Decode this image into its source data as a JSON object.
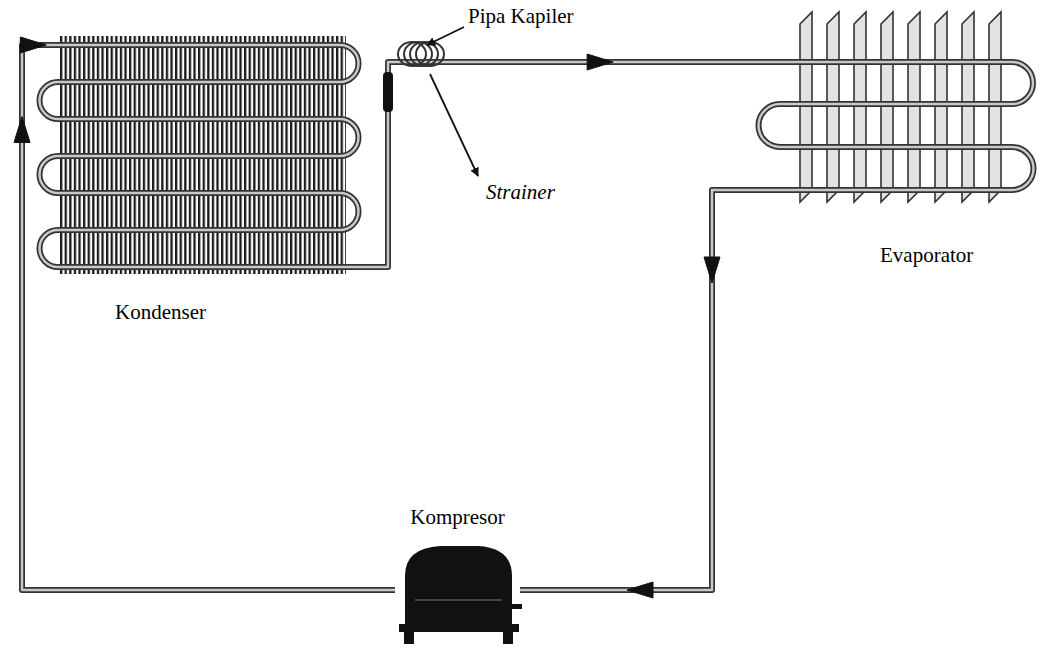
{
  "diagram": {
    "nodes": [
      {
        "text": [
          "Kondenser"
        ]
      },
      {
        "text": [
          "Evaporator"
        ]
      },
      {
        "text": [
          "Kompresor"
        ]
      }
    ],
    "edges": [
      {
        "from": 0,
        "to": 1,
        "arrow": "to"
      },
      {
        "from": 1,
        "to": 2,
        "arrow": "to"
      },
      {
        "from": 2,
        "to": 0,
        "arrow": "to"
      }
    ],
    "labels": [
      "Pipa Kapiler",
      "Strainer"
    ]
  }
}
